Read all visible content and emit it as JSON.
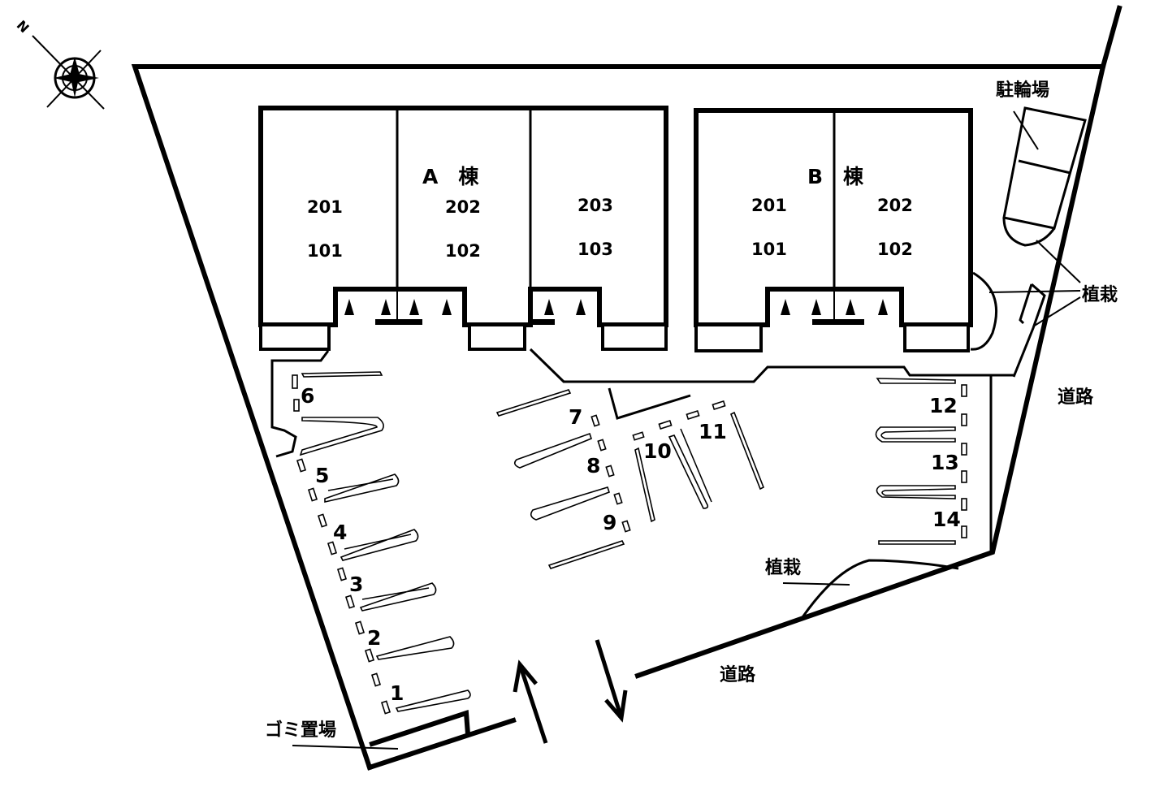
{
  "compass": {
    "north_letter": "N",
    "icon": "compass-rose-icon"
  },
  "building_a": {
    "name": "A　棟",
    "upper_units": [
      "201",
      "202",
      "203"
    ],
    "lower_units": [
      "101",
      "102",
      "103"
    ]
  },
  "building_b": {
    "name": "B　棟",
    "upper_units": [
      "201",
      "202"
    ],
    "lower_units": [
      "101",
      "102"
    ]
  },
  "labels": {
    "bicycle_parking": "駐輪場",
    "planting_top": "植栽",
    "planting_bottom": "植栽",
    "road_right": "道路",
    "road_bottom": "道路",
    "garbage": "ゴミ置場"
  },
  "parking": {
    "spaces": [
      "1",
      "2",
      "3",
      "4",
      "5",
      "6",
      "7",
      "8",
      "9",
      "10",
      "11",
      "12",
      "13",
      "14"
    ]
  },
  "colors": {
    "line": "#000000",
    "background": "#ffffff"
  }
}
